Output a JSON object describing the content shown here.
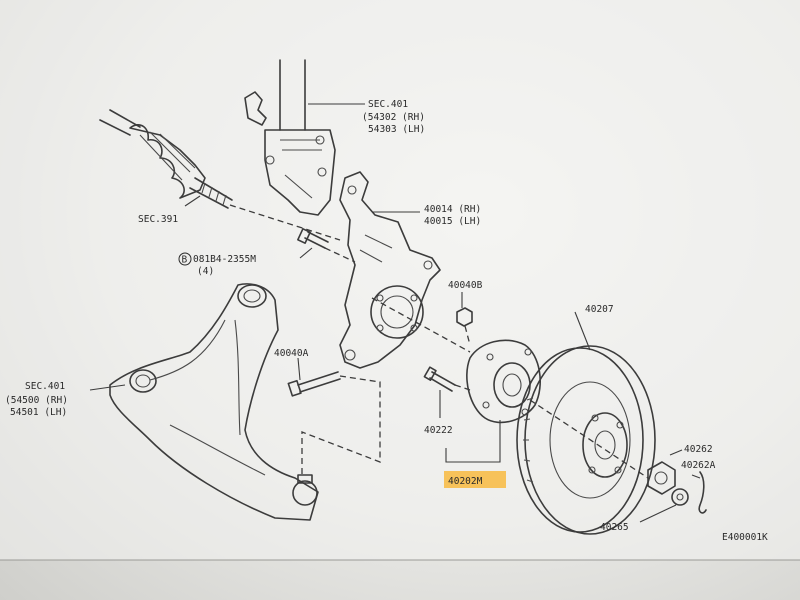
{
  "labels": {
    "sec401_top": "SEC.401",
    "p54302": "(54302 (RH)",
    "p54303": "54303 (LH)",
    "sec391": "SEC.391",
    "p40014": "40014 (RH)",
    "p40015": "40015 (LH)",
    "bolt_ref": "081B4-2355M",
    "bolt_qty": "(4)",
    "bolt_symbol": "B",
    "p40040b": "40040B",
    "p40207": "40207",
    "p40040a": "40040A",
    "sec401_left": "SEC.401",
    "p54500": "(54500 (RH)",
    "p54501": "54501 (LH)",
    "p40222": "40222",
    "p40202m": "40202M",
    "p40262": "40262",
    "p40262a": "40262A",
    "p40265": "40265",
    "figure_code": "E400001K"
  },
  "highlight_color": "#f7c25a"
}
